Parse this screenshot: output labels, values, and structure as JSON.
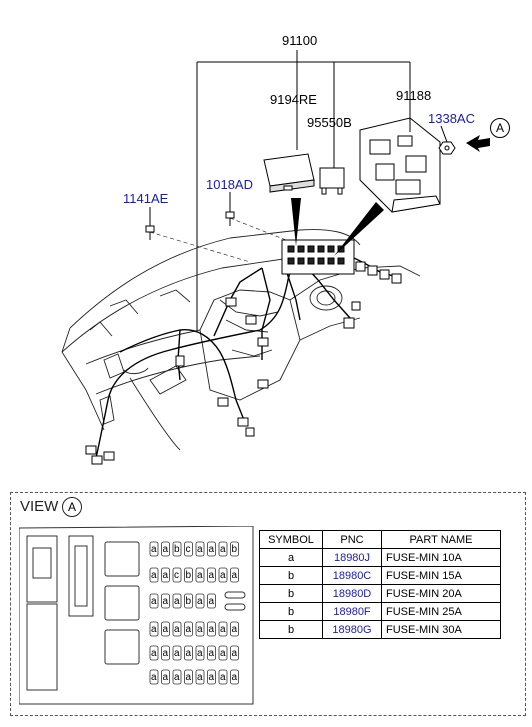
{
  "callouts": [
    {
      "id": "91100",
      "text": "91100",
      "color": "#000000"
    },
    {
      "id": "9194RE",
      "text": "9194RE",
      "color": "#000000"
    },
    {
      "id": "91188",
      "text": "91188",
      "color": "#000000"
    },
    {
      "id": "95550B",
      "text": "95550B",
      "color": "#000000"
    },
    {
      "id": "1338AC",
      "text": "1338AC",
      "color": "#1a1ab8"
    },
    {
      "id": "1141AE",
      "text": "1141AE",
      "color": "#1a1ab8"
    },
    {
      "id": "1018AD",
      "text": "1018AD",
      "color": "#1a1ab8"
    }
  ],
  "view_marker": "A",
  "view": {
    "title": "VIEW",
    "marker": "A"
  },
  "fuse_legend": {
    "headers": [
      "SYMBOL",
      "PNC",
      "PART NAME"
    ],
    "rows": [
      {
        "symbol": "a",
        "pnc": "18980J",
        "part_name": "FUSE-MIN 10A"
      },
      {
        "symbol": "b",
        "pnc": "18980C",
        "part_name": "FUSE-MIN 15A"
      },
      {
        "symbol": "b",
        "pnc": "18980D",
        "part_name": "FUSE-MIN 20A"
      },
      {
        "symbol": "b",
        "pnc": "18980F",
        "part_name": "FUSE-MIN 25A"
      },
      {
        "symbol": "b",
        "pnc": "18980G",
        "part_name": "FUSE-MIN 30A"
      }
    ]
  },
  "fuse_rows": [
    [
      "a",
      "a",
      "b",
      "c",
      "a",
      "a",
      "a",
      "b"
    ],
    [
      "a",
      "a",
      "c",
      "b",
      "a",
      "a",
      "a",
      "a"
    ],
    [
      "a",
      "a",
      "a",
      "b",
      "a",
      "a"
    ],
    [
      "a",
      "a",
      "a",
      "a",
      "a",
      "a",
      "a",
      "a"
    ],
    [
      "a",
      "a",
      "a",
      "a",
      "a",
      "a",
      "a",
      "a"
    ],
    [
      "a",
      "a",
      "a",
      "a",
      "a",
      "a",
      "a",
      "a"
    ]
  ],
  "colors": {
    "part_number_blue": "#1a1ab8",
    "line": "#000000"
  }
}
